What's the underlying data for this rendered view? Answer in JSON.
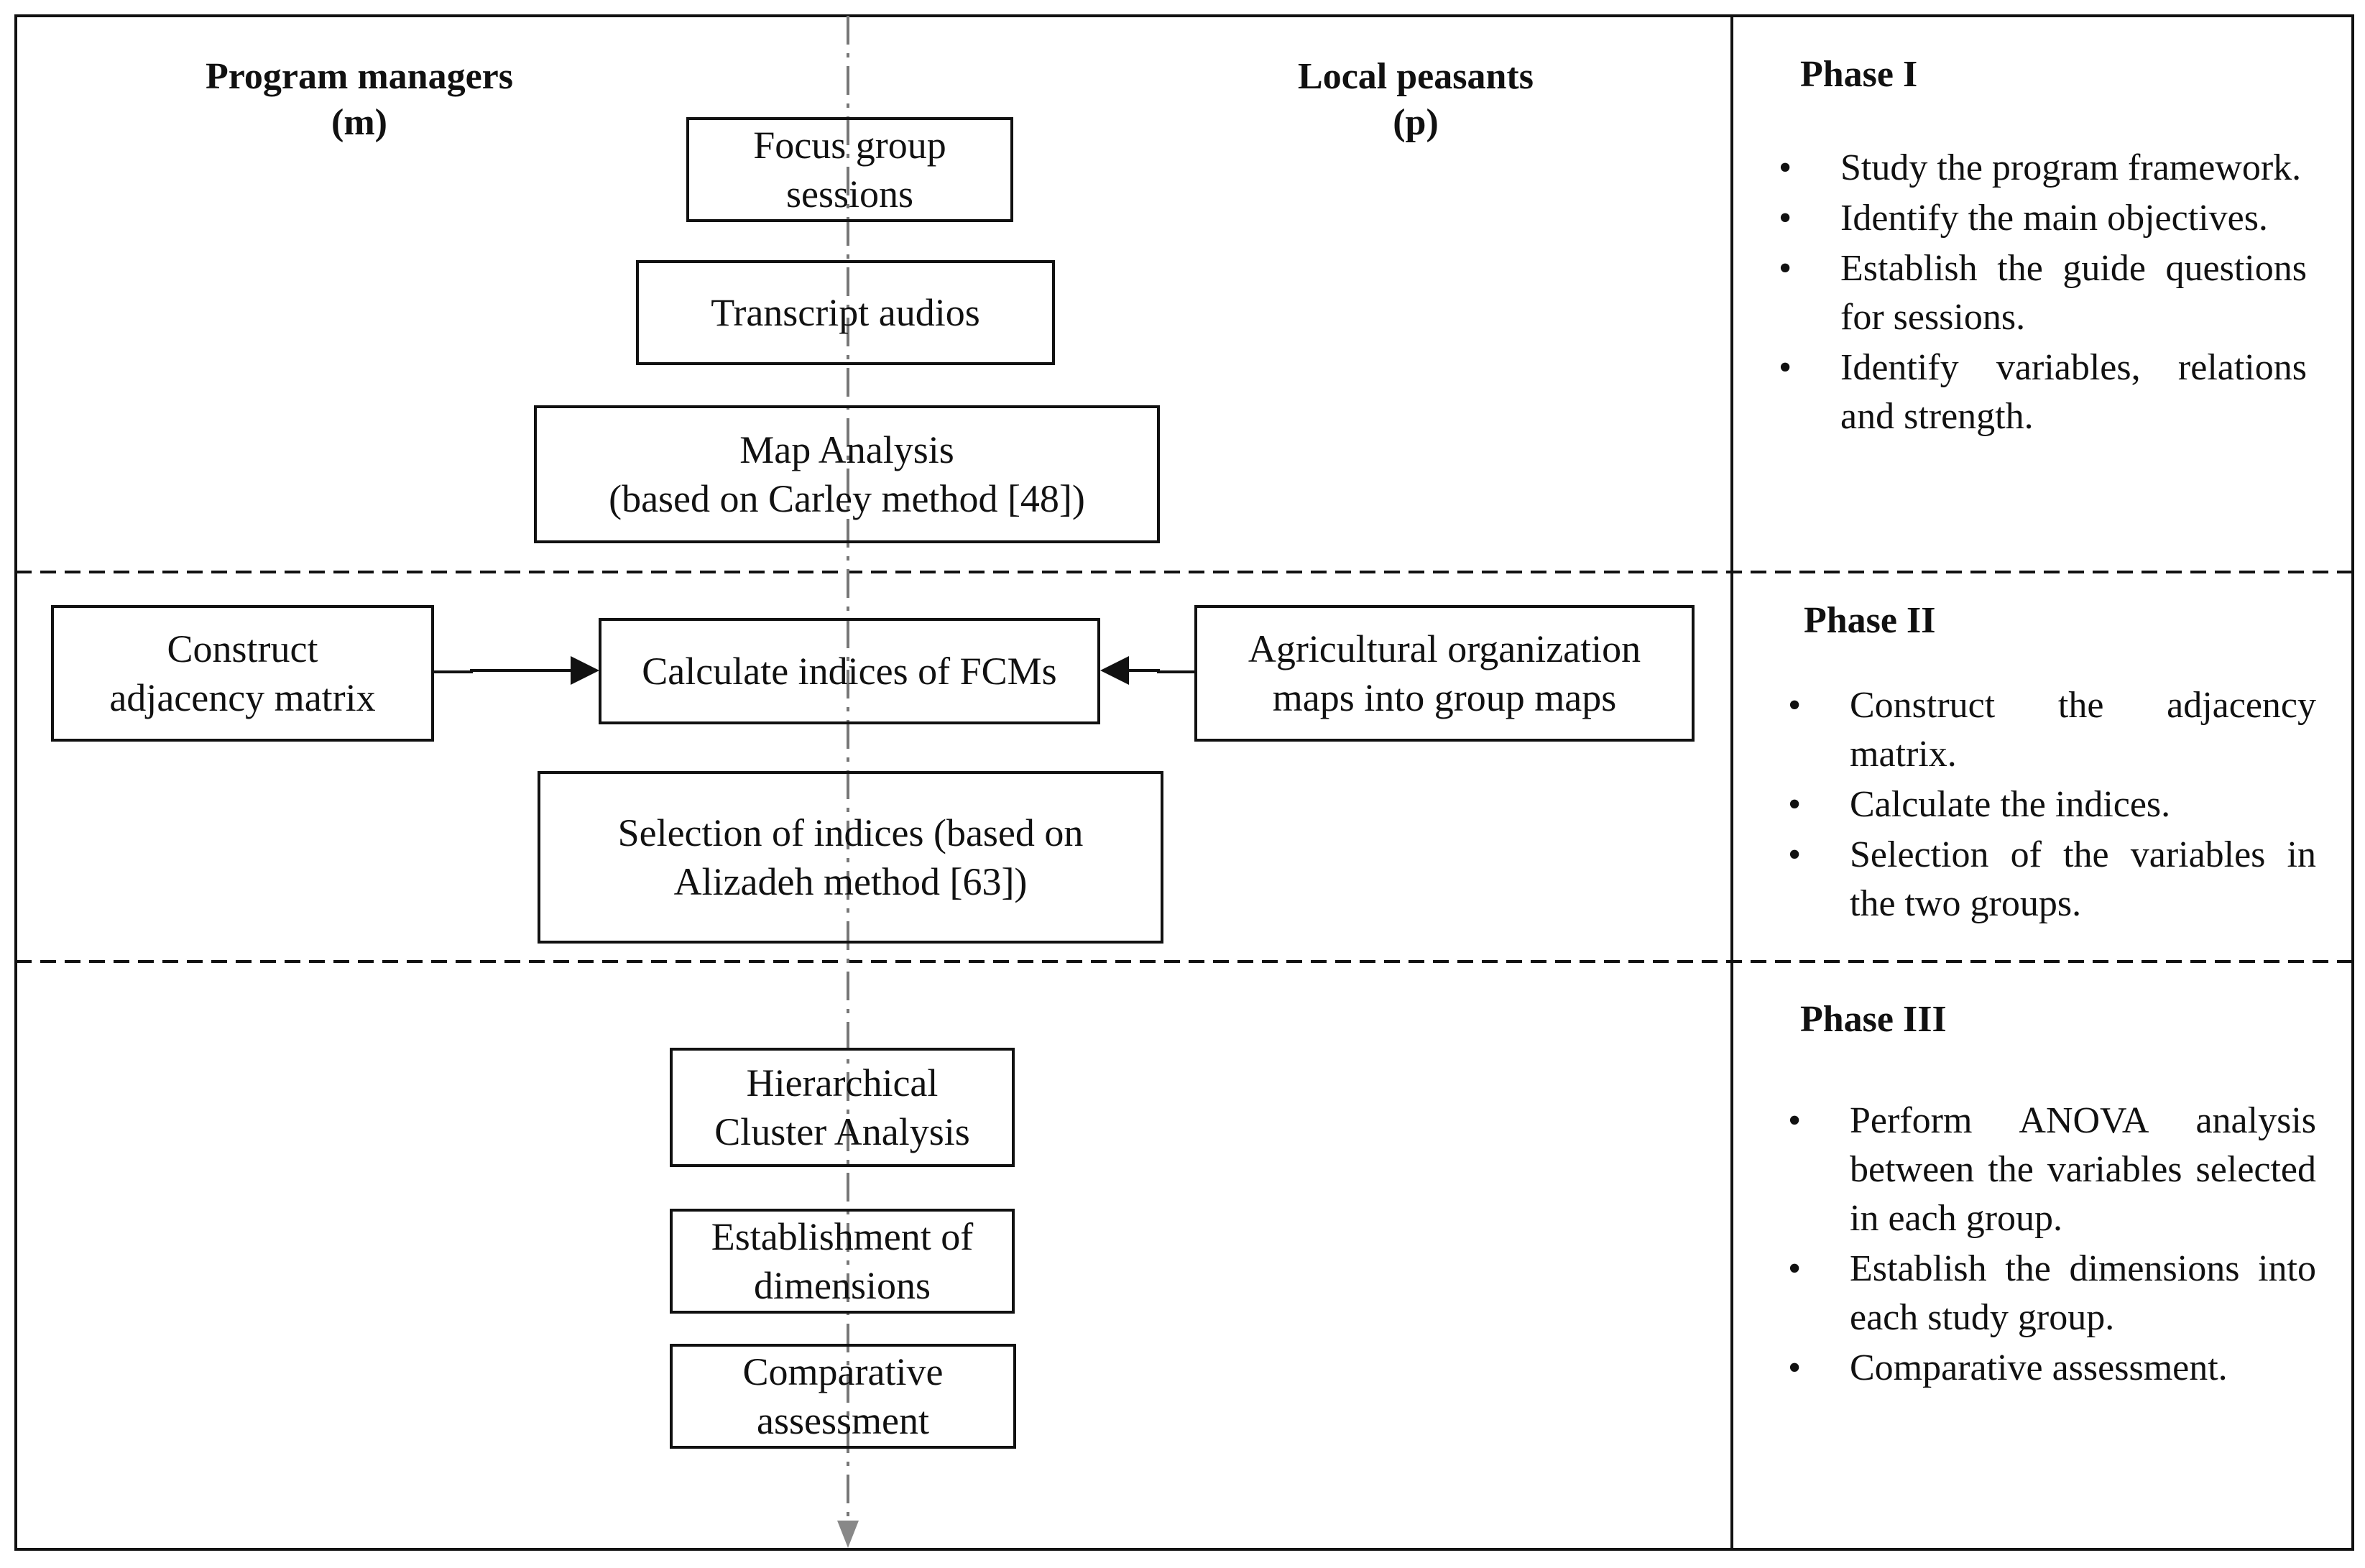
{
  "headers": {
    "managers": "Program managers\n(m)",
    "peasants": "Local peasants\n(p)"
  },
  "boxes": {
    "focus": "Focus group\nsessions",
    "transcript": "Transcript audios",
    "map_analysis": "Map Analysis\n(based on Carley method [48])",
    "construct": "Construct\nadjacency matrix",
    "calculate": "Calculate indices of FCMs",
    "agricultural": "Agricultural organization\nmaps into group maps",
    "selection": "Selection of indices (based on\nAlizadeh method [63])",
    "hierarchical": "Hierarchical\nCluster Analysis",
    "establishment": "Establishment of\ndimensions",
    "comparative": "Comparative\nassessment"
  },
  "phases": [
    {
      "title": "Phase I",
      "items": [
        "Study the program framework.",
        "Identify the main objectives.",
        "Establish the guide questions for sessions.",
        "Identify variables, relations and strength."
      ]
    },
    {
      "title": "Phase II",
      "items": [
        "Construct the adjacency matrix.",
        "Calculate the indices.",
        "Selection of the variables in the two groups."
      ]
    },
    {
      "title": "Phase III",
      "items": [
        "Perform ANOVA analysis between the variables selected in each group.",
        "Establish the dimensions into each study group.",
        "Comparative assessment."
      ]
    }
  ]
}
